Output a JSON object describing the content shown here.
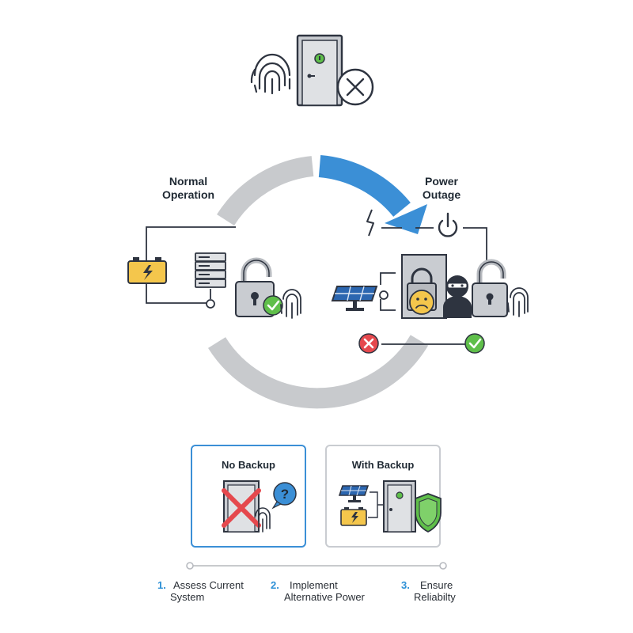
{
  "stages": {
    "normal": {
      "line1": "Normal",
      "line2": "Operation"
    },
    "outage": {
      "line1": "Power",
      "line2": "Outage"
    }
  },
  "comparison": {
    "no_backup": {
      "title": "No Backup"
    },
    "with_backup": {
      "title": "With Backup"
    }
  },
  "steps": [
    {
      "num": "1.",
      "line1": "Assess Current",
      "line2": "System"
    },
    {
      "num": "2.",
      "line1": "Implement",
      "line2": "Alternative Power"
    },
    {
      "num": "3.",
      "line1": "Ensure",
      "line2": "Reliabilty"
    }
  ],
  "colors": {
    "accent_blue": "#3b8fd6",
    "ring_gray": "#c8cacd",
    "battery_yellow": "#f4c64c",
    "success_green": "#5fbf4a",
    "error_red": "#e5484d",
    "dark_stroke": "#2e3440"
  },
  "icons": {
    "top": [
      "fingerprint-icon",
      "locked-door-icon",
      "x-circle-icon"
    ],
    "normal": [
      "battery-icon",
      "server-icon",
      "open-padlock-icon",
      "check-icon",
      "fingerprint-icon"
    ],
    "outage": [
      "lightning-icon",
      "power-icon",
      "solar-panel-icon",
      "door-padlock-icon",
      "sad-face-icon",
      "intruder-icon",
      "open-padlock-icon",
      "fingerprint-icon",
      "x-icon",
      "check-icon"
    ]
  }
}
